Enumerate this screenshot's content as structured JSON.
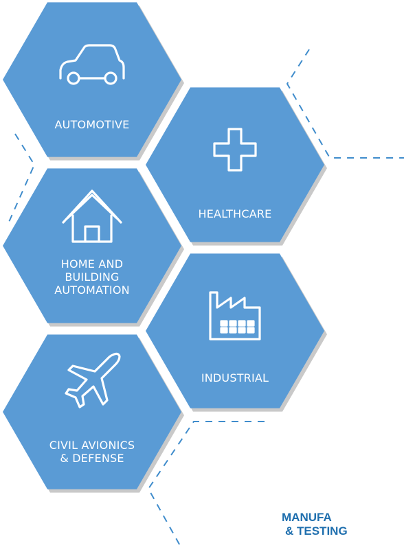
{
  "colors": {
    "hex_fill": "#5a9bd5",
    "hex_shadow": "#c9c9c9",
    "dash": "#3f8ccc",
    "caption": "#1f6fae"
  },
  "hexes": [
    {
      "id": "automotive",
      "lines": [
        "AUTOMOTIVE"
      ],
      "icon": "car-icon"
    },
    {
      "id": "healthcare",
      "lines": [
        "HEALTHCARE"
      ],
      "icon": "medical-cross-icon"
    },
    {
      "id": "home",
      "lines": [
        "HOME AND",
        "BUILDING",
        "AUTOMATION"
      ],
      "icon": "house-icon"
    },
    {
      "id": "industrial",
      "lines": [
        "INDUSTRIAL"
      ],
      "icon": "factory-icon"
    },
    {
      "id": "avionics",
      "lines": [
        "CIVIL AVIONICS",
        "& DEFENSE"
      ],
      "icon": "airplane-icon"
    }
  ],
  "caption": {
    "line1": "MANUFA",
    "line2": "& TESTING"
  }
}
